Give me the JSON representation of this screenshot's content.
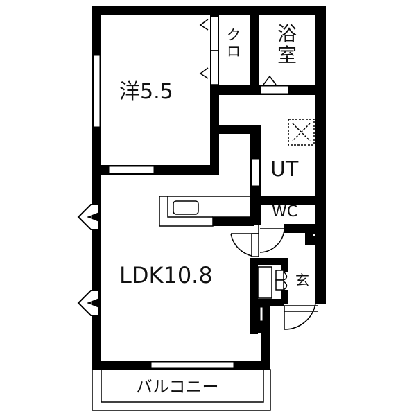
{
  "floor_plan": {
    "rooms": [
      {
        "id": "western",
        "label": "洋5.5",
        "type": "western-style room",
        "size_jo": 5.5
      },
      {
        "id": "closet",
        "label": "クロ",
        "type": "closet"
      },
      {
        "id": "bath",
        "label": "浴室",
        "type": "bathroom"
      },
      {
        "id": "utility",
        "label": "UT",
        "type": "utility room"
      },
      {
        "id": "wc",
        "label": "WC",
        "type": "toilet"
      },
      {
        "id": "ldk",
        "label": "LDK10.8",
        "type": "living dining kitchen",
        "size_jo": 10.8
      },
      {
        "id": "entrance",
        "label": "玄",
        "type": "entrance"
      },
      {
        "id": "balcony",
        "label": "バルコニー",
        "type": "balcony"
      }
    ],
    "colors": {
      "wall": "#000000",
      "background": "#ffffff",
      "text": "#111111"
    }
  }
}
